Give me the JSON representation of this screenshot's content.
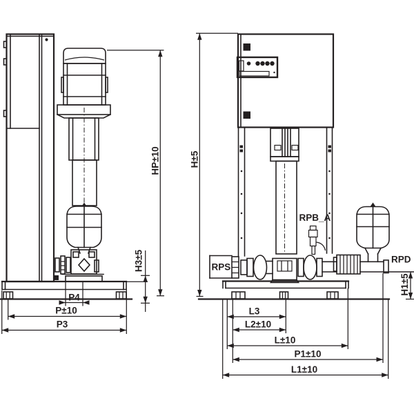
{
  "dims": {
    "hp": "HP±10",
    "h": "H±5",
    "h3": "H3±5",
    "p4": "P4",
    "p": "P±10",
    "p3": "P3",
    "h1": "H1±5",
    "l3": "L3",
    "l2": "L2±10",
    "l": "L±10",
    "p1": "P1±10",
    "l1": "L1±10"
  },
  "ports": {
    "rps": "RPS",
    "rpb_a": "RPB_A",
    "rpd": "RPD"
  },
  "colors": {
    "line": "#231f20",
    "background": "#ffffff"
  }
}
